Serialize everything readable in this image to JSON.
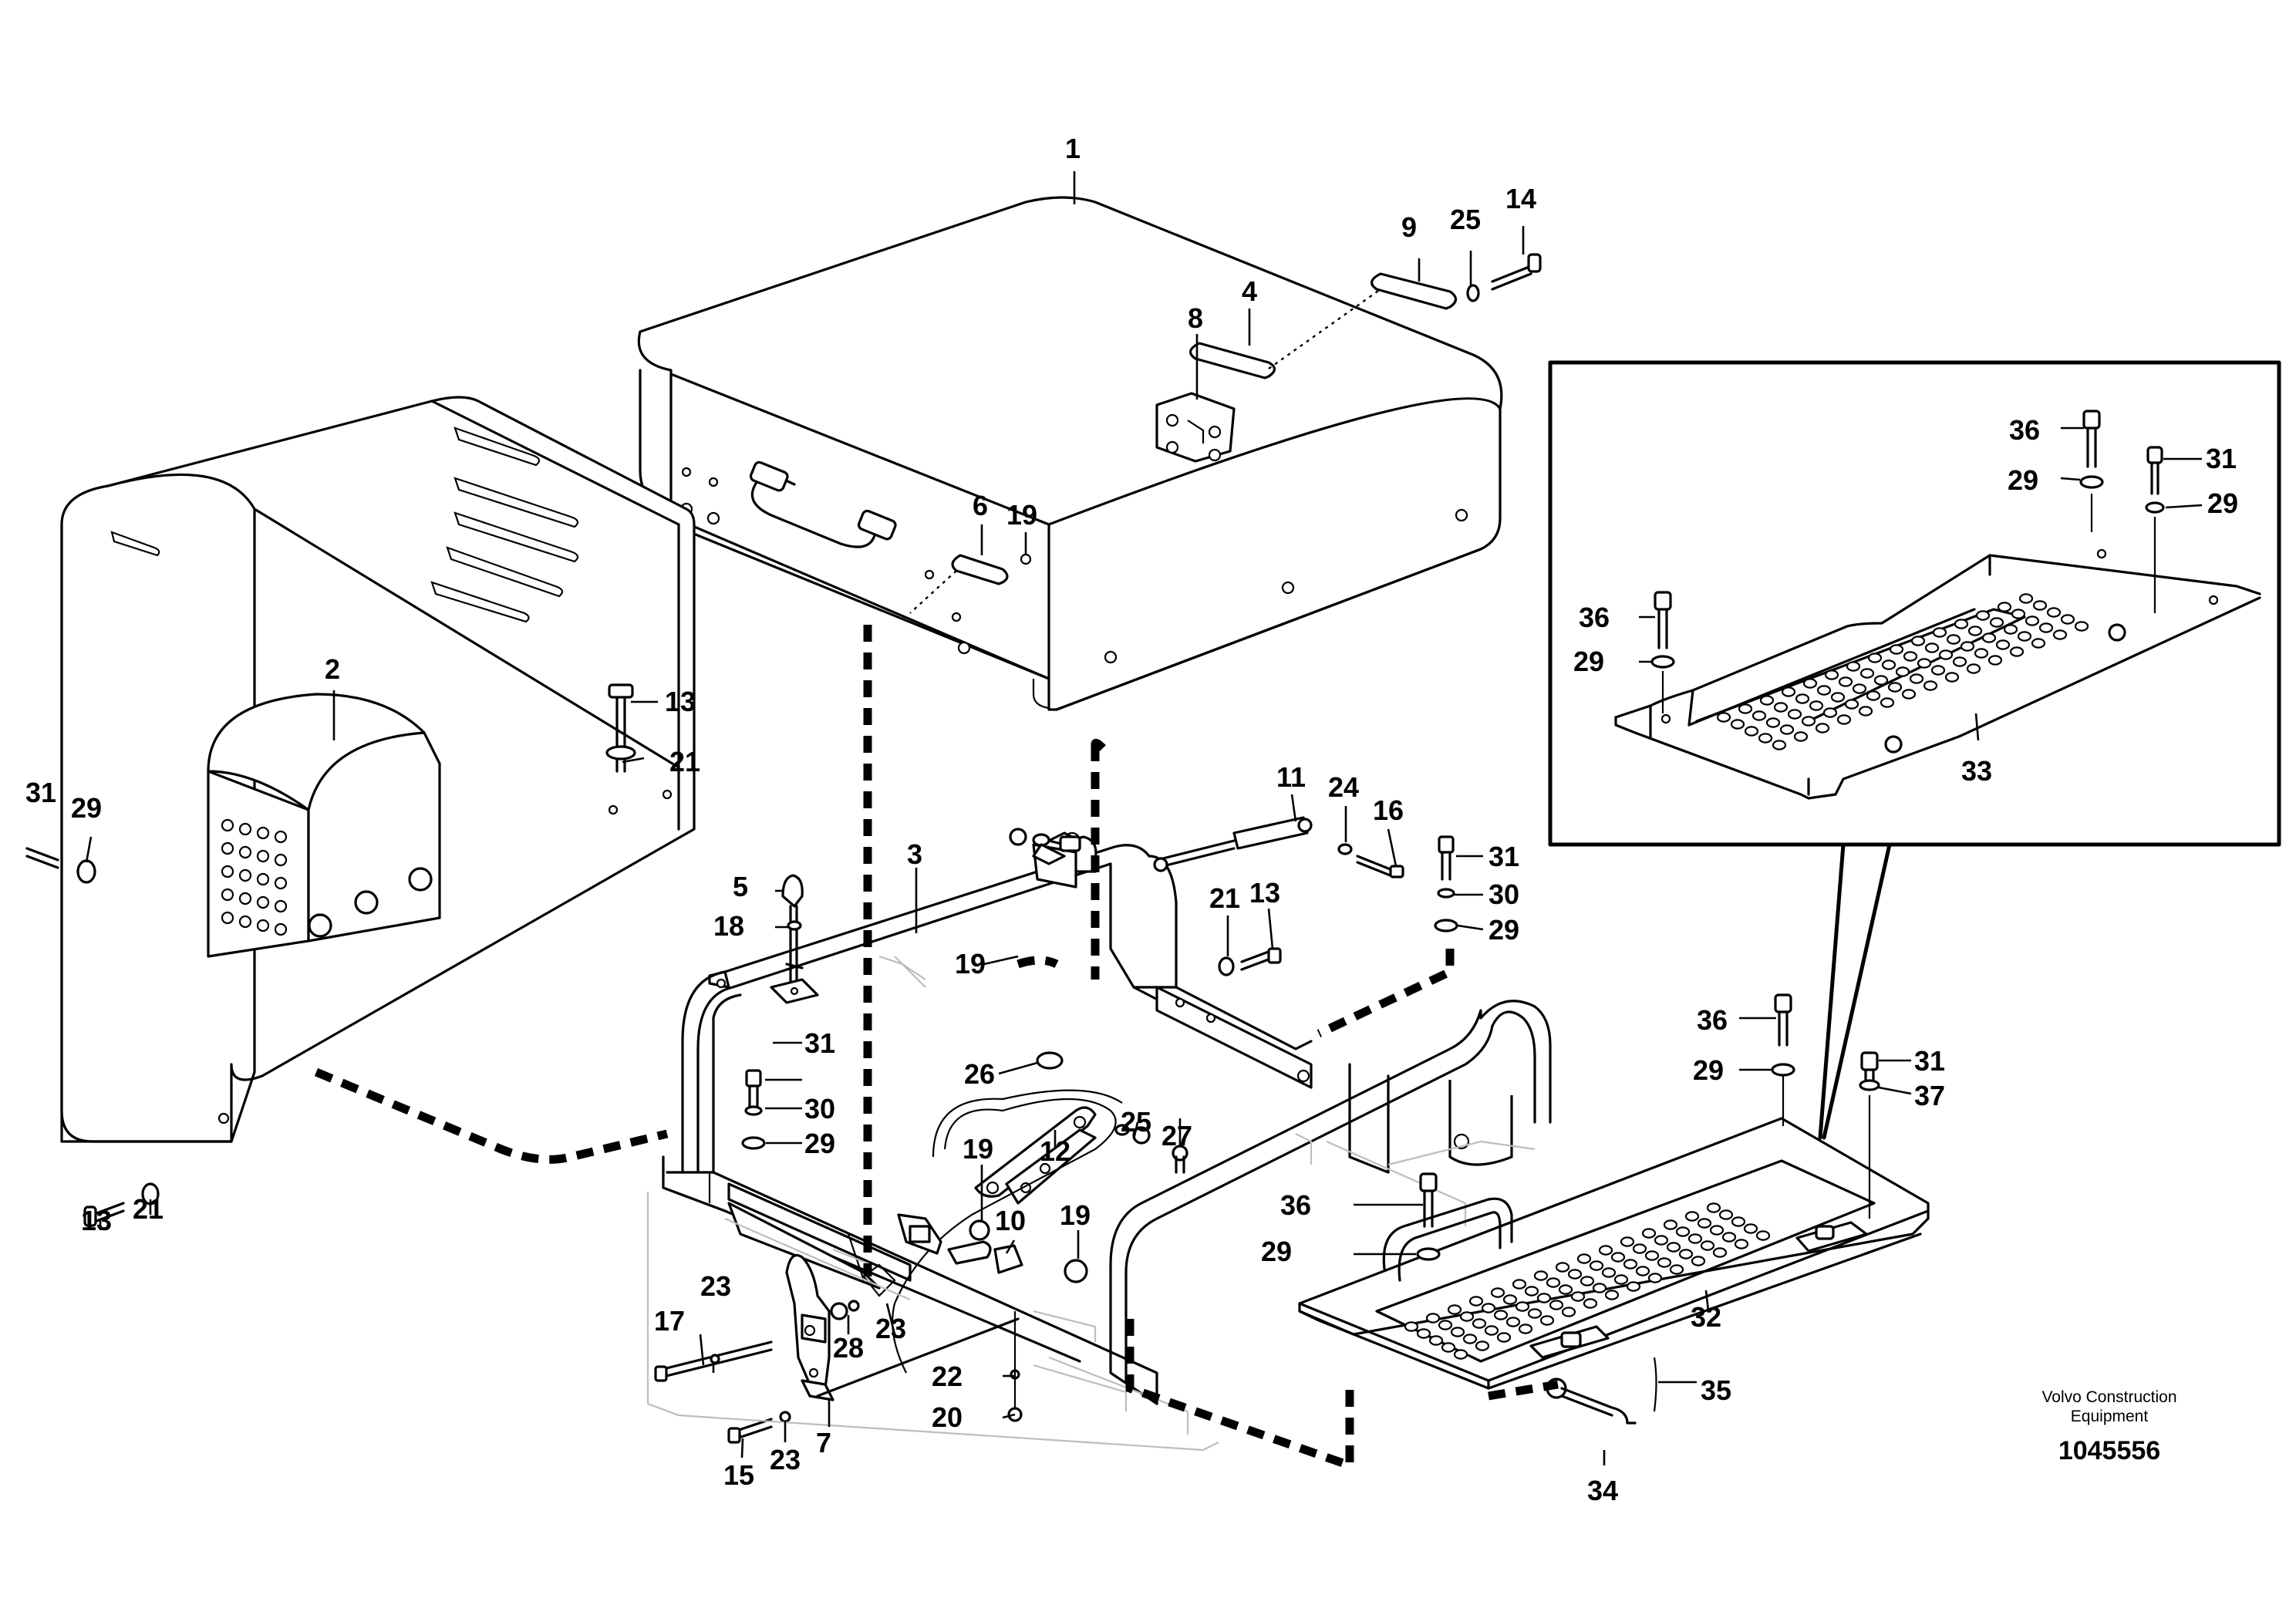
{
  "figure": {
    "brand_line1": "Volvo Construction",
    "brand_line2": "Equipment",
    "drawing_number": "1045556"
  },
  "callouts": {
    "c1": "1",
    "c2": "2",
    "c3": "3",
    "c4": "4",
    "c5": "5",
    "c6": "6",
    "c7": "7",
    "c8": "8",
    "c9": "9",
    "c10": "10",
    "c11": "11",
    "c12": "12",
    "c13a": "13",
    "c13b": "13",
    "c13c": "13",
    "c14": "14",
    "c15": "15",
    "c16": "16",
    "c17": "17",
    "c18": "18",
    "c19a": "19",
    "c19b": "19",
    "c19c": "19",
    "c19d": "19",
    "c20": "20",
    "c21a": "21",
    "c21b": "21",
    "c21c": "21",
    "c22": "22",
    "c23a": "23",
    "c23b": "23",
    "c23c": "23",
    "c24": "24",
    "c25a": "25",
    "c25b": "25",
    "c26": "26",
    "c27": "27",
    "c28": "28",
    "c29a": "29",
    "c29b": "29",
    "c29c": "29",
    "c29d": "29",
    "c29e": "29",
    "c29f": "29",
    "c29g": "29",
    "c30a": "30",
    "c30b": "30",
    "c31a": "31",
    "c31b": "31",
    "c31c": "31",
    "c31d": "31",
    "c31e": "31",
    "c32": "32",
    "c33": "33",
    "c34": "34",
    "c35": "35",
    "c36a": "36",
    "c36b": "36",
    "c36c": "36",
    "c36d": "36",
    "c37": "37"
  }
}
